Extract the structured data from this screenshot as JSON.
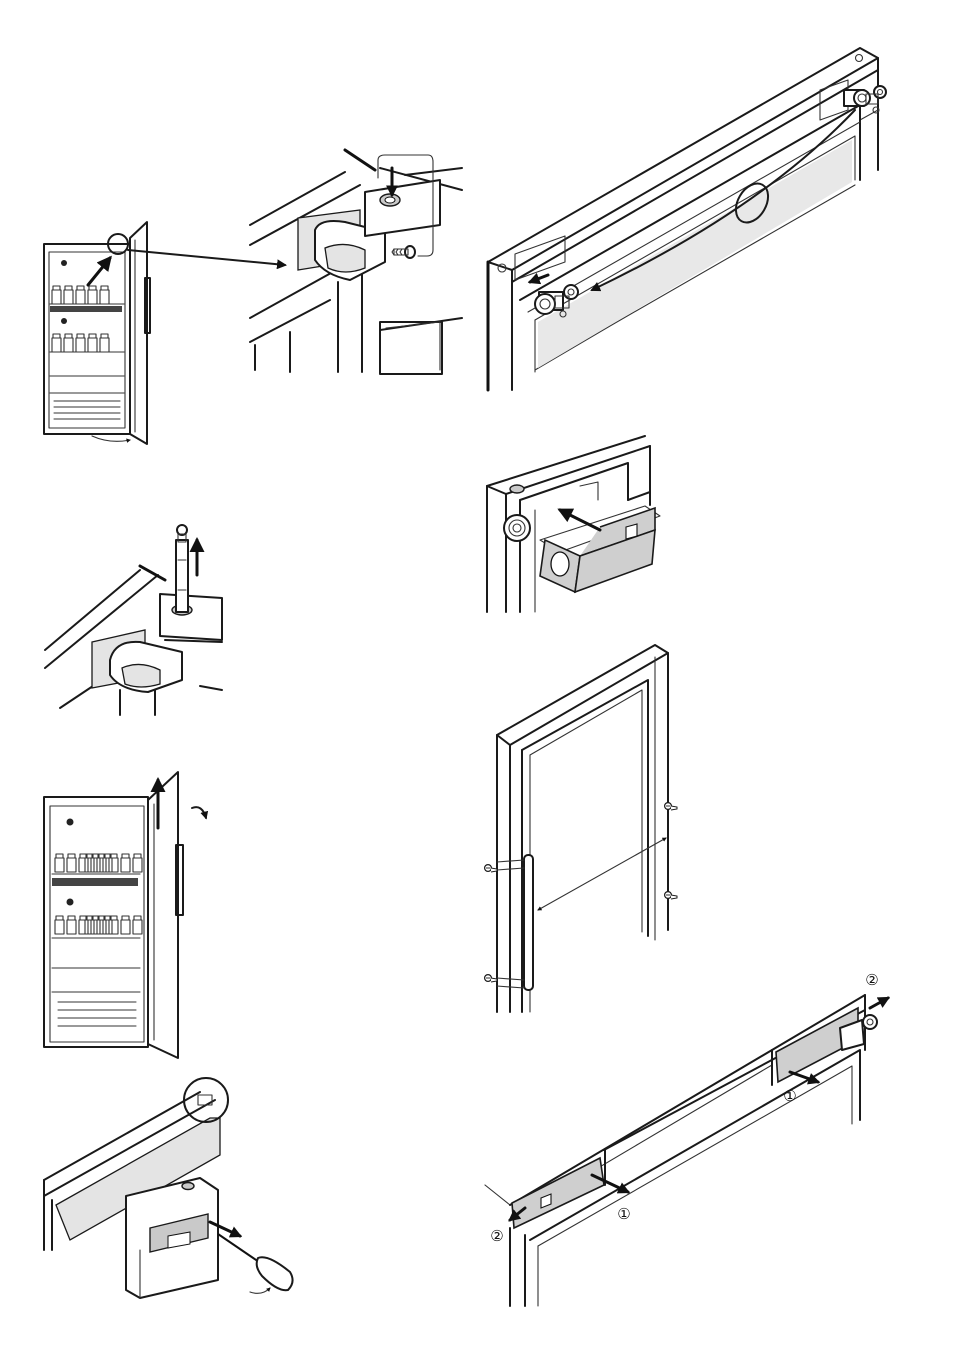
{
  "figure": {
    "panels": [
      "fig-hinge-location-overview",
      "fig-hinge-pin-removal",
      "fig-door-lift-off",
      "fig-hinge-cover-screwdriver",
      "fig-top-hinge-transfer",
      "fig-hinge-bracket-insert",
      "fig-handle-relocation",
      "fig-cover-panels-removal"
    ],
    "step_labels": {
      "first_right": "①",
      "second_right": "②",
      "first_left": "①",
      "second_left": "②"
    },
    "brand_plate_text": "",
    "colors": {
      "line": "#1a1a1a",
      "panel_fill": "#cfcfcf",
      "light_fill": "#e4e4e4",
      "background": "#ffffff"
    },
    "icons": [
      "arrow-icon",
      "circled-number-icon",
      "screwdriver-icon",
      "screw-icon",
      "hinge-icon"
    ]
  }
}
